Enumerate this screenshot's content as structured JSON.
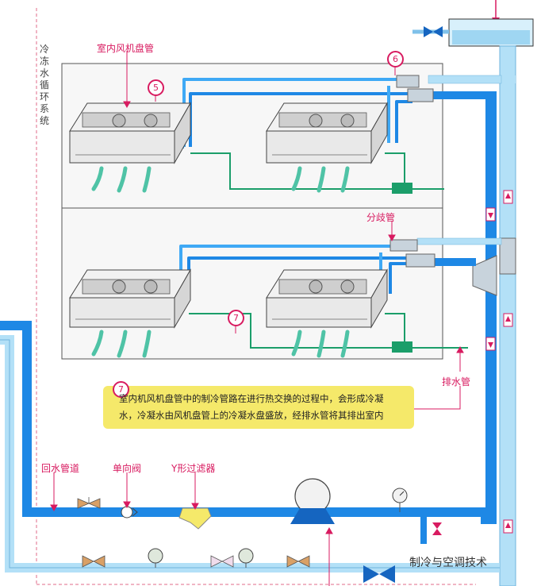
{
  "labels": {
    "system": "冷冻水循环系统",
    "indoor_fcu": "室内风机盘管",
    "branch_pipe": "分歧管",
    "drain_pipe": "排水管",
    "return_pipe": "回水管道",
    "check_valve": "单向阀",
    "y_filter": "Y形过滤器"
  },
  "badges": {
    "b5": "5",
    "b6": "6",
    "b7": "7",
    "b7note": "7"
  },
  "note": {
    "line1": "室内机风机盘管中的制冷管路在进行热交换的过程中，会形成冷凝",
    "line2": "水，冷凝水由风机盘管上的冷凝水盘盛放，经排水管将其排出室内"
  },
  "watermark": "制冷与空调技术",
  "colors": {
    "pipe_blue": "#1e88e5",
    "pipe_light": "#b3e0f7",
    "drain_green": "#1b9e6a",
    "accent": "#d81b60",
    "note_bg": "#f5e96a"
  }
}
